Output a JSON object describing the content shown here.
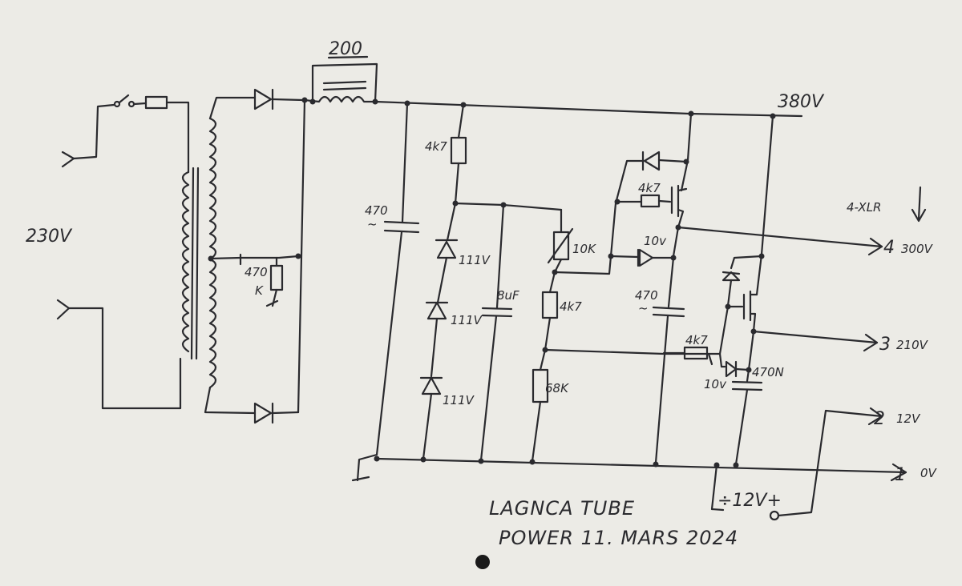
{
  "labels": {
    "mains": "230V",
    "choke": "200",
    "rail": "380V",
    "output_connector": "4-XLR",
    "pot": "470",
    "pot_unit": "K",
    "cap_input": "470",
    "cap_input_unit": "~",
    "res_4k7_top": "4k7",
    "zener1": "111V",
    "zener2": "111V",
    "zener3": "111V",
    "cap_8uf": "8uF",
    "res_10k": "10K",
    "res_4k7_mid": "4k7",
    "res_68k": "68K",
    "res_4k7_gate1": "4k7",
    "zener_10v_1": "10v",
    "cap_470_mid": "470",
    "cap_470_mid_unit": "~",
    "res_4k7_gate2": "4k7",
    "zener_10v_2": "10v",
    "cap_470n": "470N",
    "battery": "÷12V+"
  },
  "outputs": [
    {
      "pin": "4",
      "voltage": "300V"
    },
    {
      "pin": "3",
      "voltage": "210V"
    },
    {
      "pin": "2",
      "voltage": "12V"
    },
    {
      "pin": "1",
      "voltage": "0V"
    }
  ],
  "title": {
    "line1": "LAGNCA TUBE",
    "line2": "POWER 11. MARS 2024"
  }
}
